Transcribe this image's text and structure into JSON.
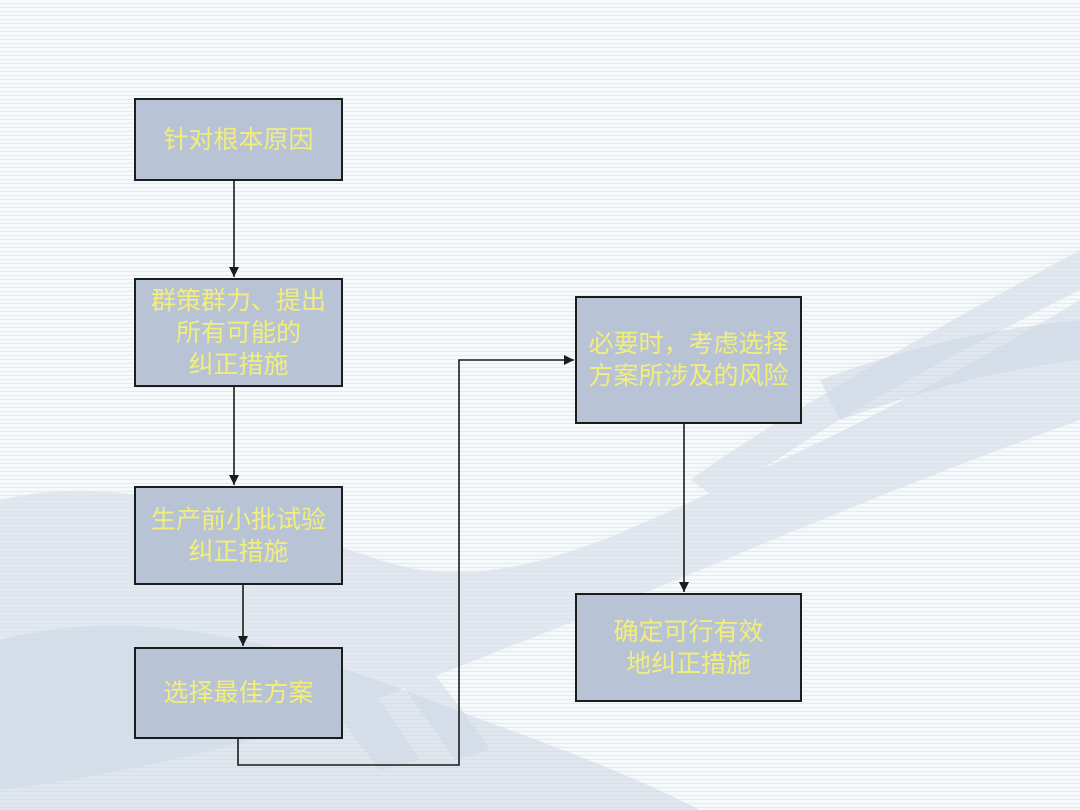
{
  "colors": {
    "box_fill": "#b8c3d6",
    "box_border": "#1c1c1c",
    "box_text": "#f2ee78",
    "connector": "#1c1c1c",
    "background": "#f4f7fa"
  },
  "nodes": [
    {
      "id": "root-cause",
      "lines": [
        "针对根本原因"
      ]
    },
    {
      "id": "brainstorm",
      "lines": [
        "群策群力、提出",
        "所有可能的",
        "纠正措施"
      ]
    },
    {
      "id": "pilot-trial",
      "lines": [
        "生产前小批试验",
        "纠正措施"
      ]
    },
    {
      "id": "select-best",
      "lines": [
        "选择最佳方案"
      ]
    },
    {
      "id": "risk-consider",
      "lines": [
        "必要时，考虑选择",
        "方案所涉及的风险"
      ]
    },
    {
      "id": "confirm-effective",
      "lines": [
        "确定可行有效",
        "地纠正措施"
      ]
    }
  ],
  "edges": [
    {
      "from": "root-cause",
      "to": "brainstorm"
    },
    {
      "from": "brainstorm",
      "to": "pilot-trial"
    },
    {
      "from": "pilot-trial",
      "to": "select-best"
    },
    {
      "from": "select-best",
      "to": "risk-consider"
    },
    {
      "from": "risk-consider",
      "to": "confirm-effective"
    }
  ]
}
